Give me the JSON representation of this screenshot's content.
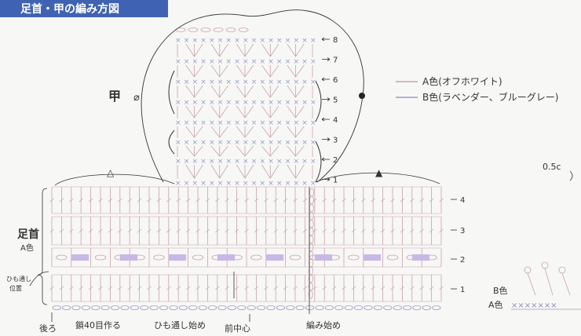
{
  "header": {
    "title": "足首・甲の編み方図"
  },
  "colors": {
    "header_bg": "#3f62b3",
    "color_a": "#c9a3ad",
    "color_b": "#9b9bc9",
    "ink": "#333333",
    "highlight": "#c8b8e6"
  },
  "legend": {
    "color_a": "A色(オフホワイト)",
    "color_b": "B色(ラベンダー、ブルーグレー)"
  },
  "labels": {
    "instep": "甲",
    "instep_symbol": "⌀",
    "ankle": "足首",
    "ankle_color": "A色",
    "cord_position": "ひも通し\n位置",
    "back": "後ろ",
    "chain": "鎖40目作る",
    "cord_start": "ひも通し始め",
    "front_center": "前中心",
    "knit_start": "編み始め",
    "triangle_open": "△",
    "triangle_filled": "▲",
    "side_color_b": "B色",
    "side_color_a": "A色",
    "side_measure": "0.5c",
    "side_stitches": "×××××××"
  },
  "ankle_rows": [
    "4",
    "3",
    "2",
    "1"
  ],
  "instep_rows": [
    "8",
    "7",
    "6",
    "5",
    "4",
    "3",
    "2",
    "1"
  ]
}
